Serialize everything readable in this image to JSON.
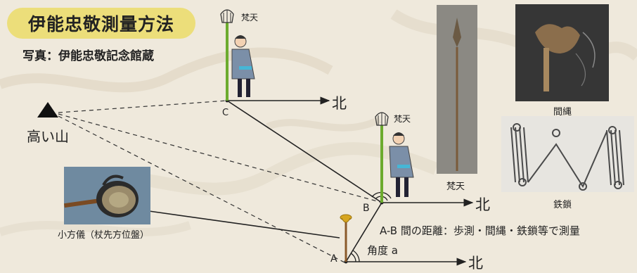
{
  "title": "伊能忠敬測量方法",
  "photo_credit": "写真：伊能忠敬記念館蔵",
  "mountain_label": "高い山",
  "points": {
    "a": "A",
    "b": "B",
    "c": "C"
  },
  "north_label": "北",
  "bonten_label": "梵天",
  "angle_label": "角度 a",
  "distance_note": "A-B 間の距離：歩測・間縄・鉄鎖等で測量",
  "instrument_label": "小方儀（杖先方位盤）",
  "photos": {
    "bonten": "梵天",
    "kennawa": "間縄",
    "tessa": "鉄鎖"
  },
  "colors": {
    "title_bg": "#ecde7a",
    "pole_green": "#6cab2e",
    "kimono": "#7b8fa8",
    "map_bg": "#efe9dc",
    "compass_gold": "#d6a520"
  }
}
